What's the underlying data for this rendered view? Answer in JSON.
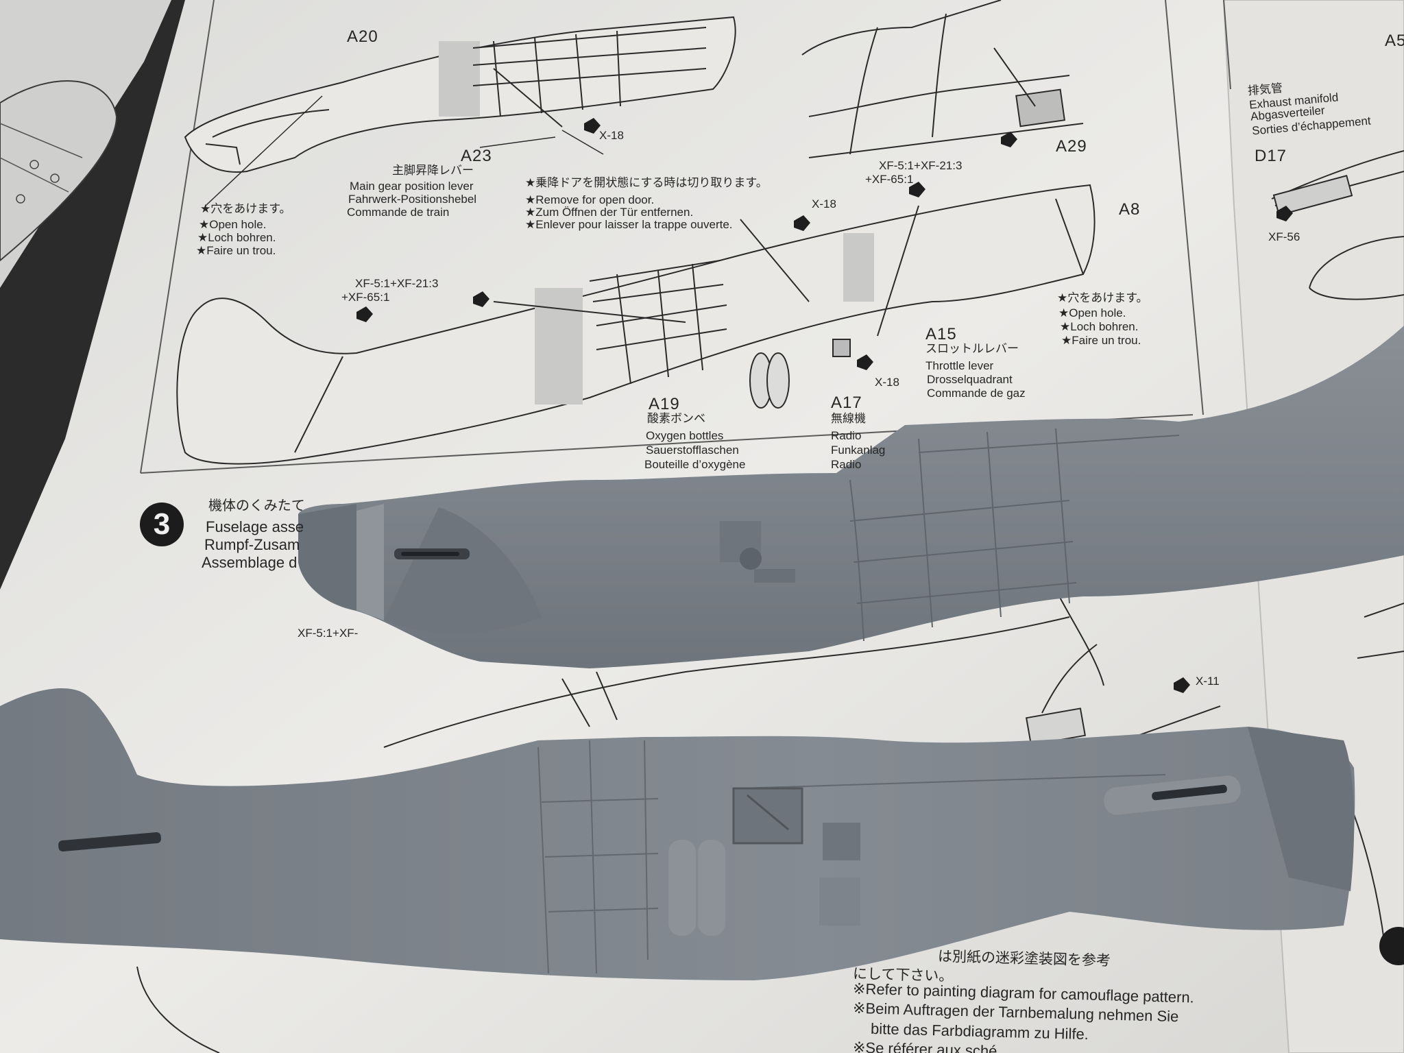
{
  "parts": {
    "a20": "A20",
    "a23": "A23",
    "a29": "A29",
    "a8": "A8",
    "a15": "A15",
    "a17": "A17",
    "a19": "A19",
    "d17": "D17",
    "a5_partial": "A5"
  },
  "paints": {
    "x18_a": "X-18",
    "x18_b": "X-18",
    "x18_c": "X-18",
    "mix_top": "XF-5:1+XF-21:3",
    "mix_top_2": "+XF-65:1",
    "mix_left": "XF-5:1+XF-21:3",
    "mix_left_2": "+XF-65:1",
    "xf56": "XF-56",
    "x11": "X-11",
    "mix_step3": "XF-5:1+XF-"
  },
  "main_gear": {
    "jp": "主脚昇降レバー",
    "en": "Main gear position lever",
    "de": "Fahrwerk-Positionshebel",
    "fr": "Commande de train"
  },
  "open_hole_left": {
    "jp": "★穴をあけます。",
    "en": "★Open hole.",
    "de": "★Loch bohren.",
    "fr": "★Faire un trou."
  },
  "open_hole_right": {
    "jp": "★穴をあけます。",
    "en": "★Open hole.",
    "de": "★Loch bohren.",
    "fr": "★Faire un trou."
  },
  "door_note": {
    "jp": "★乗降ドアを開状態にする時は切り取ります。",
    "en": "★Remove for open door.",
    "de": "★Zum Öffnen der Tür entfernen.",
    "fr": "★Enlever pour laisser la trappe ouverte."
  },
  "throttle": {
    "jp": "スロットルレバー",
    "en": "Throttle lever",
    "de": "Drosselquadrant",
    "fr": "Commande de gaz"
  },
  "oxygen": {
    "jp": "酸素ボンベ",
    "en": "Oxygen bottles",
    "de": "Sauerstofflaschen",
    "fr": "Bouteille d’oxygène"
  },
  "radio": {
    "jp": "無線機",
    "en": "Radio",
    "de": "Funkanlag",
    "fr": "Radio"
  },
  "exhaust": {
    "jp": "排気管",
    "en": "Exhaust manifold",
    "de": "Abgasverteiler",
    "fr": "Sorties d’échappement"
  },
  "step3": {
    "number": "3",
    "jp": "機体のくみたて",
    "en": "Fuselage asse",
    "de": "Rumpf-Zusam",
    "fr": "Assemblage d"
  },
  "paint_note": {
    "jp": "は別紙の迷彩塗装図を参考",
    "jp2": "にして下さい。",
    "en": "※Refer to painting diagram for camouflage pattern.",
    "de": "※Beim Auftragen der Tarnbemalung nehmen Sie",
    "de2": "bitte das Farbdiagramm zu Hilfe.",
    "fr": "※Se référer aux sché"
  }
}
